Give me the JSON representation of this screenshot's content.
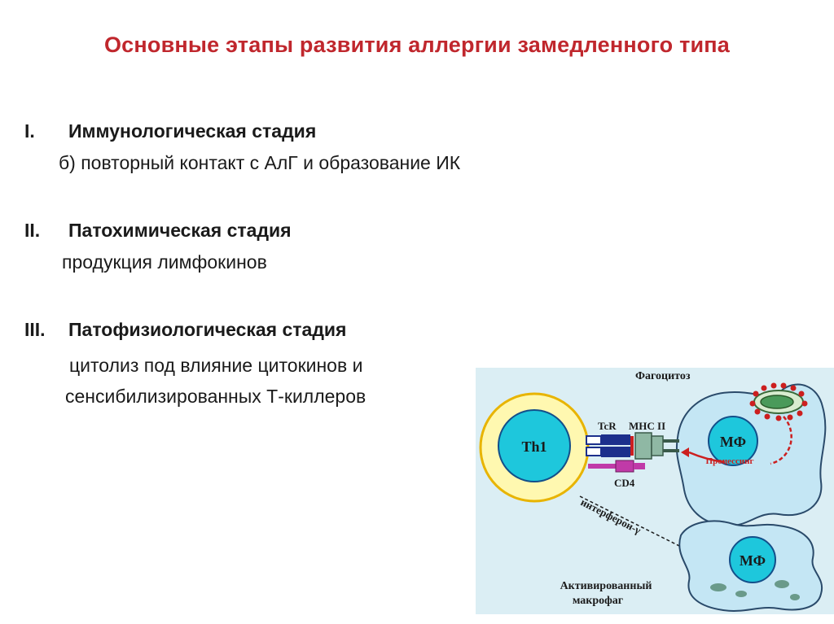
{
  "title": "Основные этапы развития аллергии замедленного типа",
  "stages": [
    {
      "num": "I.",
      "name": "Иммунологическая стадия",
      "lines": [
        "б) повторный контакт с АлГ и образование ИК"
      ]
    },
    {
      "num": "II.",
      "name": "Патохимическая стадия",
      "lines": [
        "продукция лимфокинов"
      ]
    },
    {
      "num": "III.",
      "name": "Патофизиологическая стадия",
      "lines": [
        "цитолиз  под влияние цитокинов и",
        "сенсибилизированных Т-киллеров"
      ]
    }
  ],
  "diagram": {
    "phagocytosis": "Фагоцитоз",
    "th1": "Th1",
    "tcr": "TcR",
    "mhc": "MHC II",
    "mf_top": "МФ",
    "processing": "Процессинг",
    "cd4": "CD4",
    "interferon": "интерферон-γ",
    "mf_bottom": "МФ",
    "activated_line1": "Активированный",
    "activated_line2": "макрофаг",
    "colors": {
      "background": "#dbeef4",
      "cell_fill": "#c4e6f4",
      "nucleus": "#1ec7dc",
      "th1_outer": "#fff8b0",
      "th1_ring": "#e8b400",
      "accent_red": "#cc1f1f",
      "receptor_blue": "#1c2f8c",
      "mhc_green": "#8fb8a4",
      "cd4_magenta": "#c03aa8"
    }
  }
}
